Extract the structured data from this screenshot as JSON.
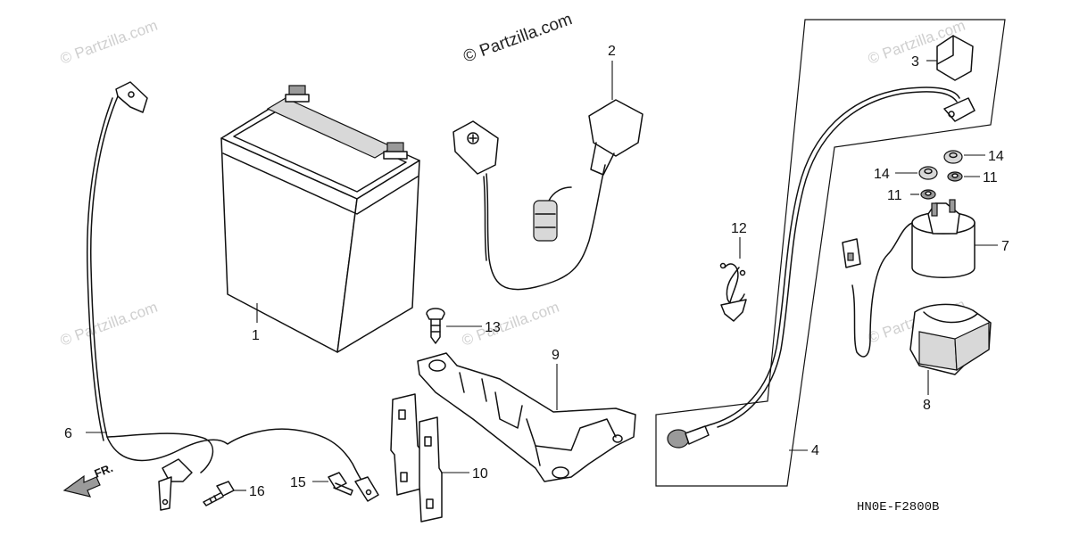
{
  "diagram": {
    "callouts": {
      "c1": "1",
      "c2": "2",
      "c3": "3",
      "c4": "4",
      "c6": "6",
      "c7": "7",
      "c8": "8",
      "c9": "9",
      "c10": "10",
      "c11a": "11",
      "c11b": "11",
      "c12": "12",
      "c13": "13",
      "c14a": "14",
      "c14b": "14",
      "c15": "15",
      "c16": "16"
    },
    "direction_label": "FR.",
    "diagram_code": "HN0E-F2800B",
    "watermark_main": "© Partzilla.com",
    "watermark_faint": "© Partzilla.com"
  }
}
